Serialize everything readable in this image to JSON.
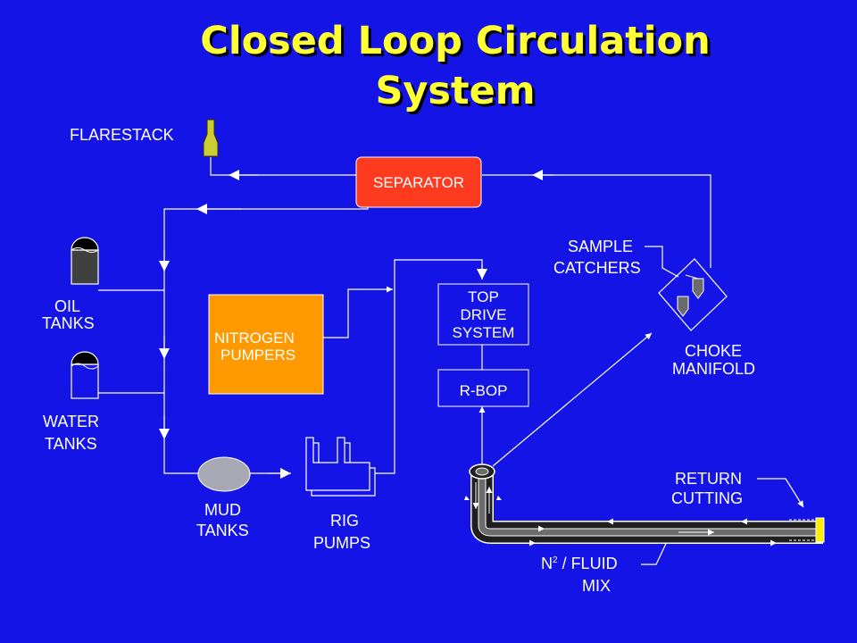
{
  "title": {
    "line1": "Closed Loop Circulation",
    "line2": "System"
  },
  "labels": {
    "flarestack": "FLARESTACK",
    "separator": "SEPARATOR",
    "oil_tanks_1": "OIL",
    "oil_tanks_2": "TANKS",
    "water_tanks_1": "WATER",
    "water_tanks_2": "TANKS",
    "nitrogen_1": "NITROGEN",
    "nitrogen_2": "PUMPERS",
    "top_drive_1": "TOP",
    "top_drive_2": "DRIVE",
    "top_drive_3": "SYSTEM",
    "rbop": "R-BOP",
    "sample_catchers_1": "SAMPLE",
    "sample_catchers_2": "CATCHERS",
    "choke_manifold_1": "CHOKE",
    "choke_manifold_2": "MANIFOLD",
    "mud_tanks_1": "MUD",
    "mud_tanks_2": "TANKS",
    "rig_pumps_1": "RIG",
    "rig_pumps_2": "PUMPS",
    "return_cutting_1": "RETURN",
    "return_cutting_2": "CUTTING",
    "fluid_mix_prefix": "N",
    "fluid_mix_sup": "2",
    "fluid_mix_suffix": " / FLUID",
    "fluid_mix_2": "MIX"
  },
  "colors": {
    "background": "#1414e6",
    "title": "#ffff33",
    "separator": "#ff3b1f",
    "nitrogen": "#ff9900",
    "tank_fill": "#404040",
    "mud_tank": "#a9a9b6",
    "flarestack": "#cccc33",
    "drill_bit": "#ffee00",
    "line": "#ffffff"
  }
}
